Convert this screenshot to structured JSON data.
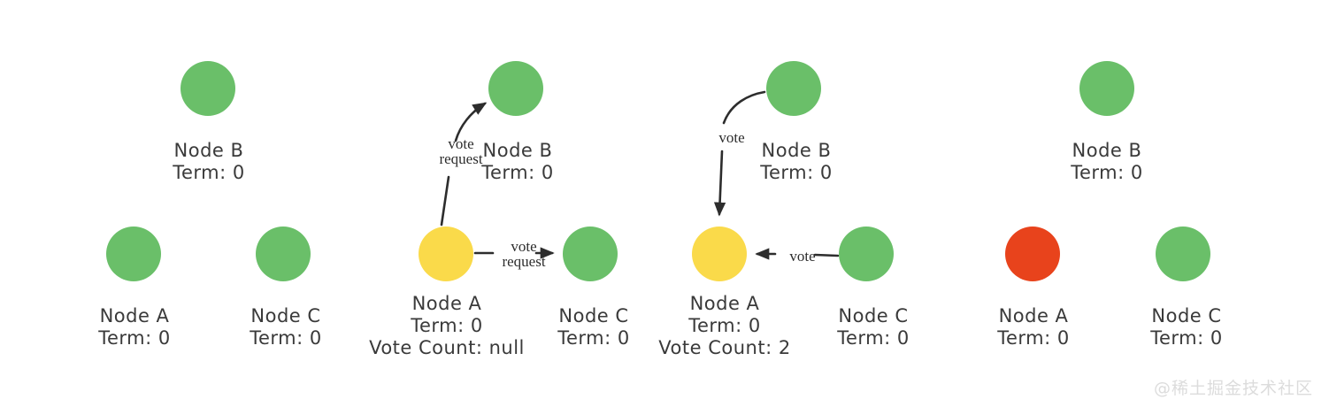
{
  "colors": {
    "follower": "#6abf69",
    "candidate": "#fada4a",
    "leader": "#e8431c",
    "arrow": "#2d2d2d",
    "label_text": "#3a3a3a",
    "watermark": "#dcdcdc"
  },
  "watermark": {
    "text": "@稀土掘金技术社区"
  },
  "panels": [
    {
      "name": "all-followers",
      "nodes": {
        "b": {
          "name": "Node B",
          "term": "Term: 0",
          "role": "follower"
        },
        "a": {
          "name": "Node A",
          "term": "Term: 0",
          "role": "follower"
        },
        "c": {
          "name": "Node C",
          "term": "Term: 0",
          "role": "follower"
        }
      }
    },
    {
      "name": "candidate-sends-vote-requests",
      "nodes": {
        "b": {
          "name": "Node B",
          "term": "Term: 0",
          "role": "follower"
        },
        "a": {
          "name": "Node A",
          "term": "Term: 0",
          "vote_count": "Vote Count: null",
          "role": "candidate"
        },
        "c": {
          "name": "Node C",
          "term": "Term: 0",
          "role": "follower"
        }
      },
      "arrows": {
        "a_to_b": {
          "line1": "vote",
          "line2": "request"
        },
        "a_to_c": {
          "line1": "vote",
          "line2": "request"
        }
      }
    },
    {
      "name": "followers-send-votes",
      "nodes": {
        "b": {
          "name": "Node B",
          "term": "Term: 0",
          "role": "follower"
        },
        "a": {
          "name": "Node A",
          "term": "Term: 0",
          "vote_count": "Vote Count: 2",
          "role": "candidate"
        },
        "c": {
          "name": "Node C",
          "term": "Term: 0",
          "role": "follower"
        }
      },
      "arrows": {
        "b_to_a": {
          "label": "vote"
        },
        "c_to_a": {
          "label": "vote"
        }
      }
    },
    {
      "name": "leader-elected",
      "nodes": {
        "b": {
          "name": "Node B",
          "term": "Term: 0",
          "role": "follower"
        },
        "a": {
          "name": "Node A",
          "term": "Term: 0",
          "role": "leader"
        },
        "c": {
          "name": "Node C",
          "term": "Term: 0",
          "role": "follower"
        }
      }
    }
  ]
}
